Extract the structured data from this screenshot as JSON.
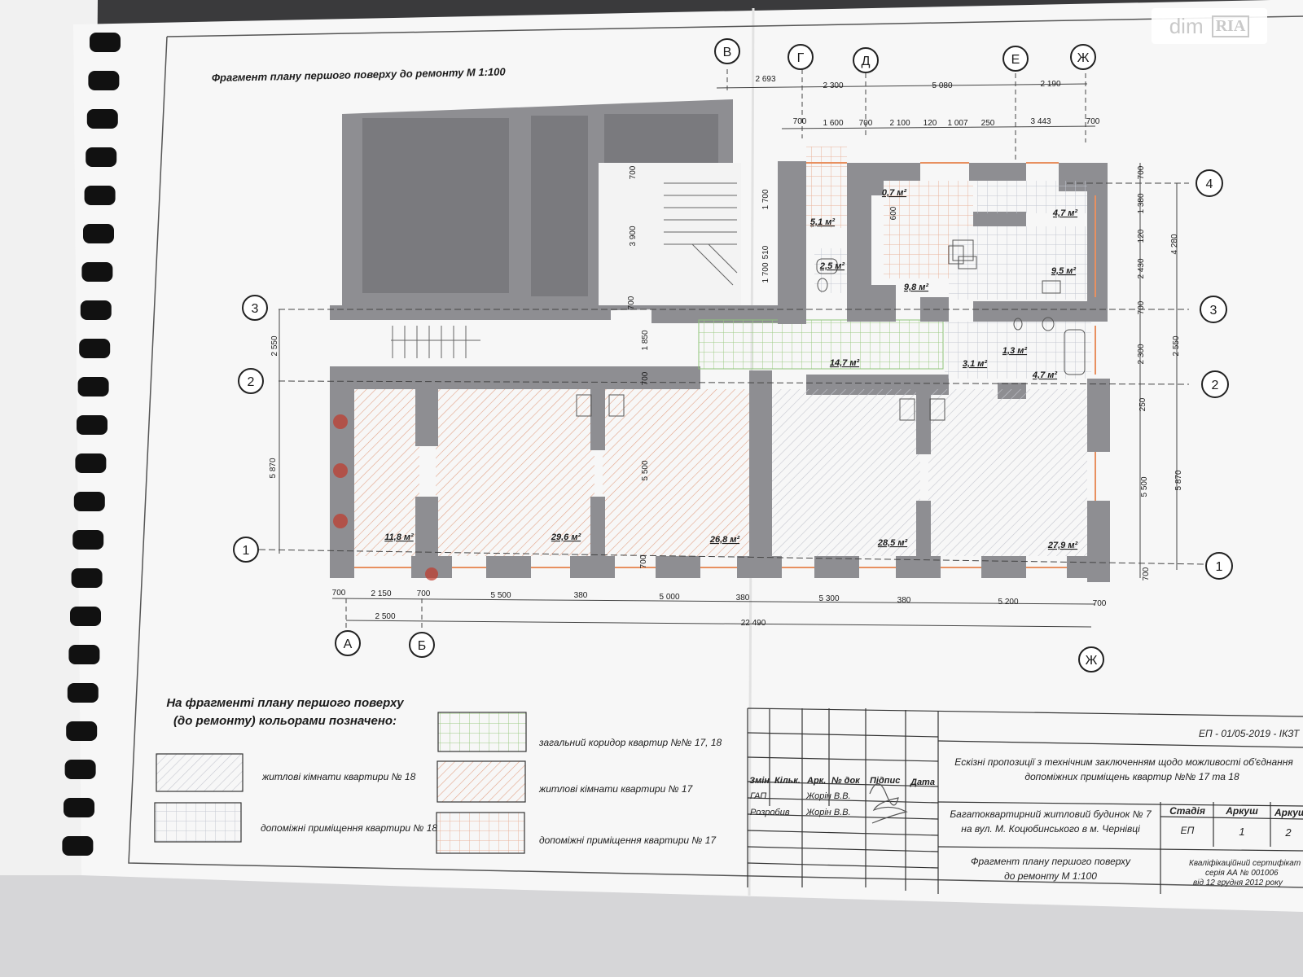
{
  "plan": {
    "title": "Фрагмент плану першого поверху до ремонту  М 1:100",
    "axes_letters": [
      "А",
      "Б",
      "В",
      "Г",
      "Д",
      "Е",
      "Ж",
      "Ж"
    ],
    "axes_numbers": [
      "1",
      "2",
      "3",
      "4",
      "3",
      "2",
      "1"
    ],
    "dims_top_row1": [
      "2 693",
      "2 300",
      "5 080",
      "2 190"
    ],
    "dims_top_row2": [
      "700",
      "1 600",
      "700",
      "2 100",
      "120",
      "1 007",
      "250",
      "3 443",
      "700"
    ],
    "dims_bottom_row1": [
      "700",
      "2 150",
      "700",
      "5 500",
      "380",
      "5 000",
      "380",
      "5 300",
      "380",
      "5 200",
      "700"
    ],
    "dims_bottom_row2": [
      "2 500",
      "22 490"
    ],
    "dims_left": [
      "2 550",
      "5 870"
    ],
    "dims_right": [
      "700",
      "1 380",
      "120",
      "2 430",
      "700",
      "2 300",
      "250",
      "5 500",
      "700",
      "4 280",
      "2 550",
      "5 870"
    ],
    "dims_inner": [
      "3 900",
      "1 850",
      "5 500",
      "700",
      "700",
      "700",
      "700",
      "1 700",
      "1 700",
      "510",
      "600"
    ],
    "rooms": [
      {
        "label": "11,8 м²"
      },
      {
        "label": "29,6 м²"
      },
      {
        "label": "26,8 м²"
      },
      {
        "label": "28,5 м²"
      },
      {
        "label": "27,9 м²"
      },
      {
        "label": "14,7 м²"
      },
      {
        "label": "3,1 м²"
      },
      {
        "label": "1,3 м²"
      },
      {
        "label": "4,7 м²"
      },
      {
        "label": "9,5 м²"
      },
      {
        "label": "4,7 м²"
      },
      {
        "label": "9,8 м²"
      },
      {
        "label": "2,5 м²"
      },
      {
        "label": "5,1 м²"
      },
      {
        "label": "0,7 м²"
      }
    ]
  },
  "legend": {
    "heading_line1": "На фрагменті плану першого поверху",
    "heading_line2": "(до ремонту) кольорами позначено:",
    "items": [
      {
        "label": "житлові кімнати квартири № 18",
        "color": "#9aa0b0"
      },
      {
        "label": "допоміжні приміщення квартири № 18",
        "color": "#9aa0b0"
      },
      {
        "label": "загальний коридор квартир №№ 17, 18",
        "color": "#8fc47a"
      },
      {
        "label": "житлові кімнати квартири № 17",
        "color": "#d98a68"
      },
      {
        "label": "допоміжні приміщення квартири № 17",
        "color": "#e08a6c"
      }
    ]
  },
  "title_block": {
    "doc_code": "ЕП - 01/05-2019 - ІКЗТ",
    "project_line1": "Ескізні пропозиції з технічним заключенням щодо можливості об'єднання",
    "project_line2": "допоміжних приміщень квартир №№ 17 та 18",
    "col_headers": [
      "Змін",
      "Кільк.",
      "Арк.",
      "№ док",
      "Підпис",
      "Дата"
    ],
    "row1_role": "ГАП",
    "row1_name": "Жорін В.В.",
    "row2_role": "Розробив",
    "row2_name": "Жорін В.В.",
    "building_line1": "Багатоквартирний житловий будинок № 7",
    "building_line2": "на вул. М. Коцюбинського в м. Чернівці",
    "stage_header": "Стадія",
    "sheet_header": "Аркуш",
    "sheets_header": "Аркушів",
    "stage_value": "ЕП",
    "sheet_value": "1",
    "sheets_value": "2",
    "sheet_title_line1": "Фрагмент плану першого поверху",
    "sheet_title_line2": "до ремонту  М 1:100",
    "cert_line1": "Кваліфікаційний сертифікат",
    "cert_line2": "серія  АА  №  001006",
    "cert_line3": "від  12  грудня  2012 року"
  },
  "watermark": {
    "text_a": "dim",
    "text_b": "RIA"
  }
}
